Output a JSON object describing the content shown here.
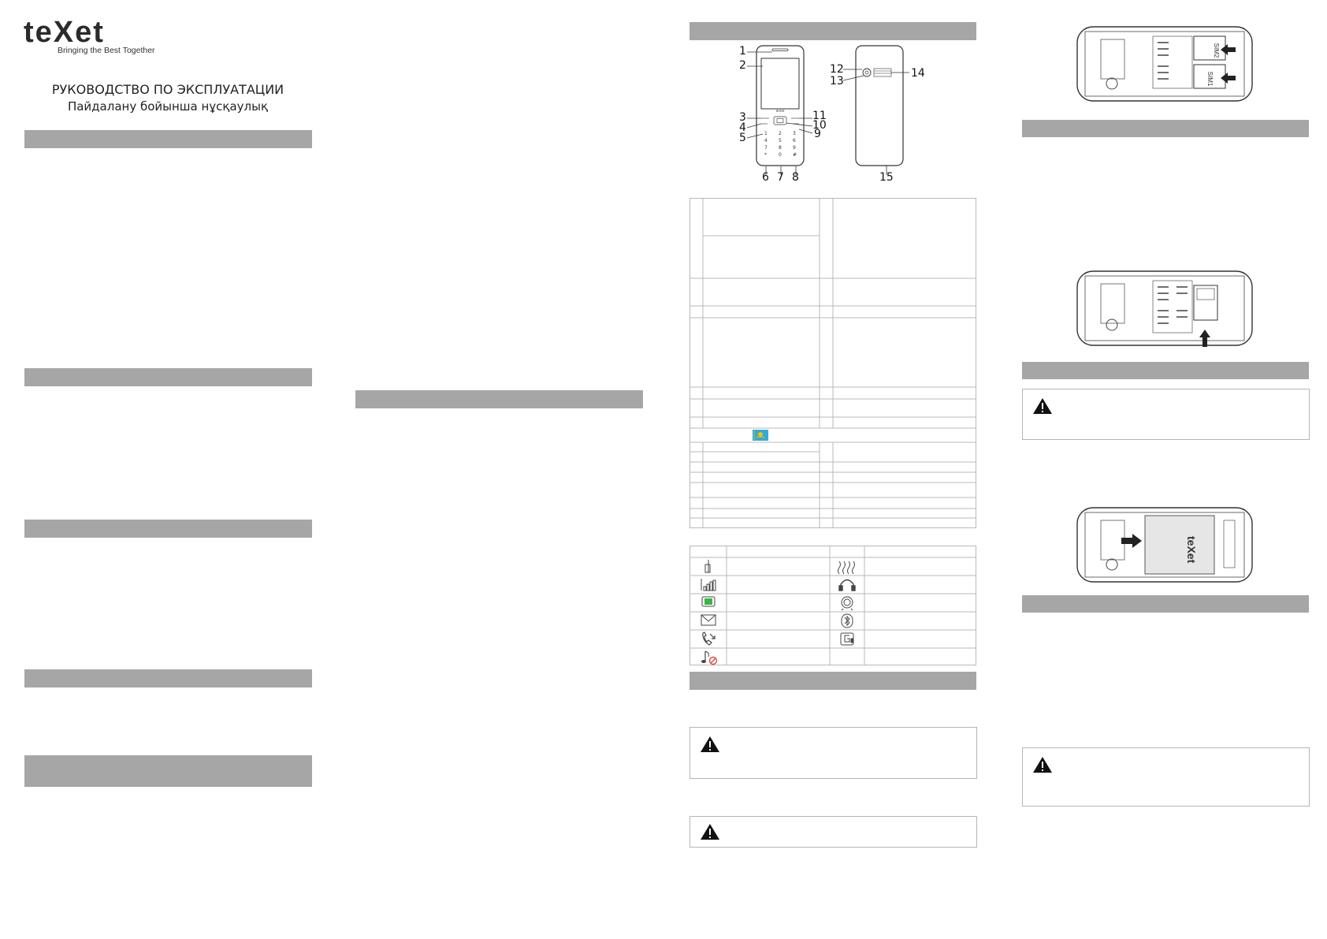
{
  "brand": {
    "logo_text": "teXet",
    "tagline": "Bringing the Best Together"
  },
  "titles": {
    "ru": "РУКОВОДСТВО ПО ЭКСПЛУАТАЦИИ",
    "kk": "Пайдалану бойынша нұсқаулық"
  },
  "diagram": {
    "front_callouts": [
      "1",
      "2",
      "3",
      "4",
      "5",
      "6",
      "7",
      "8",
      "9",
      "10",
      "11"
    ],
    "back_callouts": [
      "12",
      "13",
      "14",
      "15"
    ],
    "phone_brand": "teXet",
    "keypad": [
      "1",
      "2",
      "3",
      "4",
      "5",
      "6",
      "7",
      "8",
      "9",
      "*",
      "0",
      "#"
    ]
  },
  "sim_labels": [
    "SIM2",
    "SIM1"
  ],
  "battery_brand": "teXet",
  "icons": {
    "left": [
      "signal-antenna-icon",
      "signal-bars-icon",
      "battery-icon",
      "message-icon",
      "missed-call-icon",
      "silent-mode-icon"
    ],
    "right": [
      "vibration-icon",
      "headset-icon",
      "alarm-icon",
      "bluetooth-icon",
      "gprs-icon"
    ]
  },
  "colors": {
    "section_bar": "#a7a6a6",
    "table_border": "#b8b8b8",
    "flag_blue": "#38a9d6",
    "flag_gold": "#f2c200",
    "warning_red": "#e0493f"
  }
}
